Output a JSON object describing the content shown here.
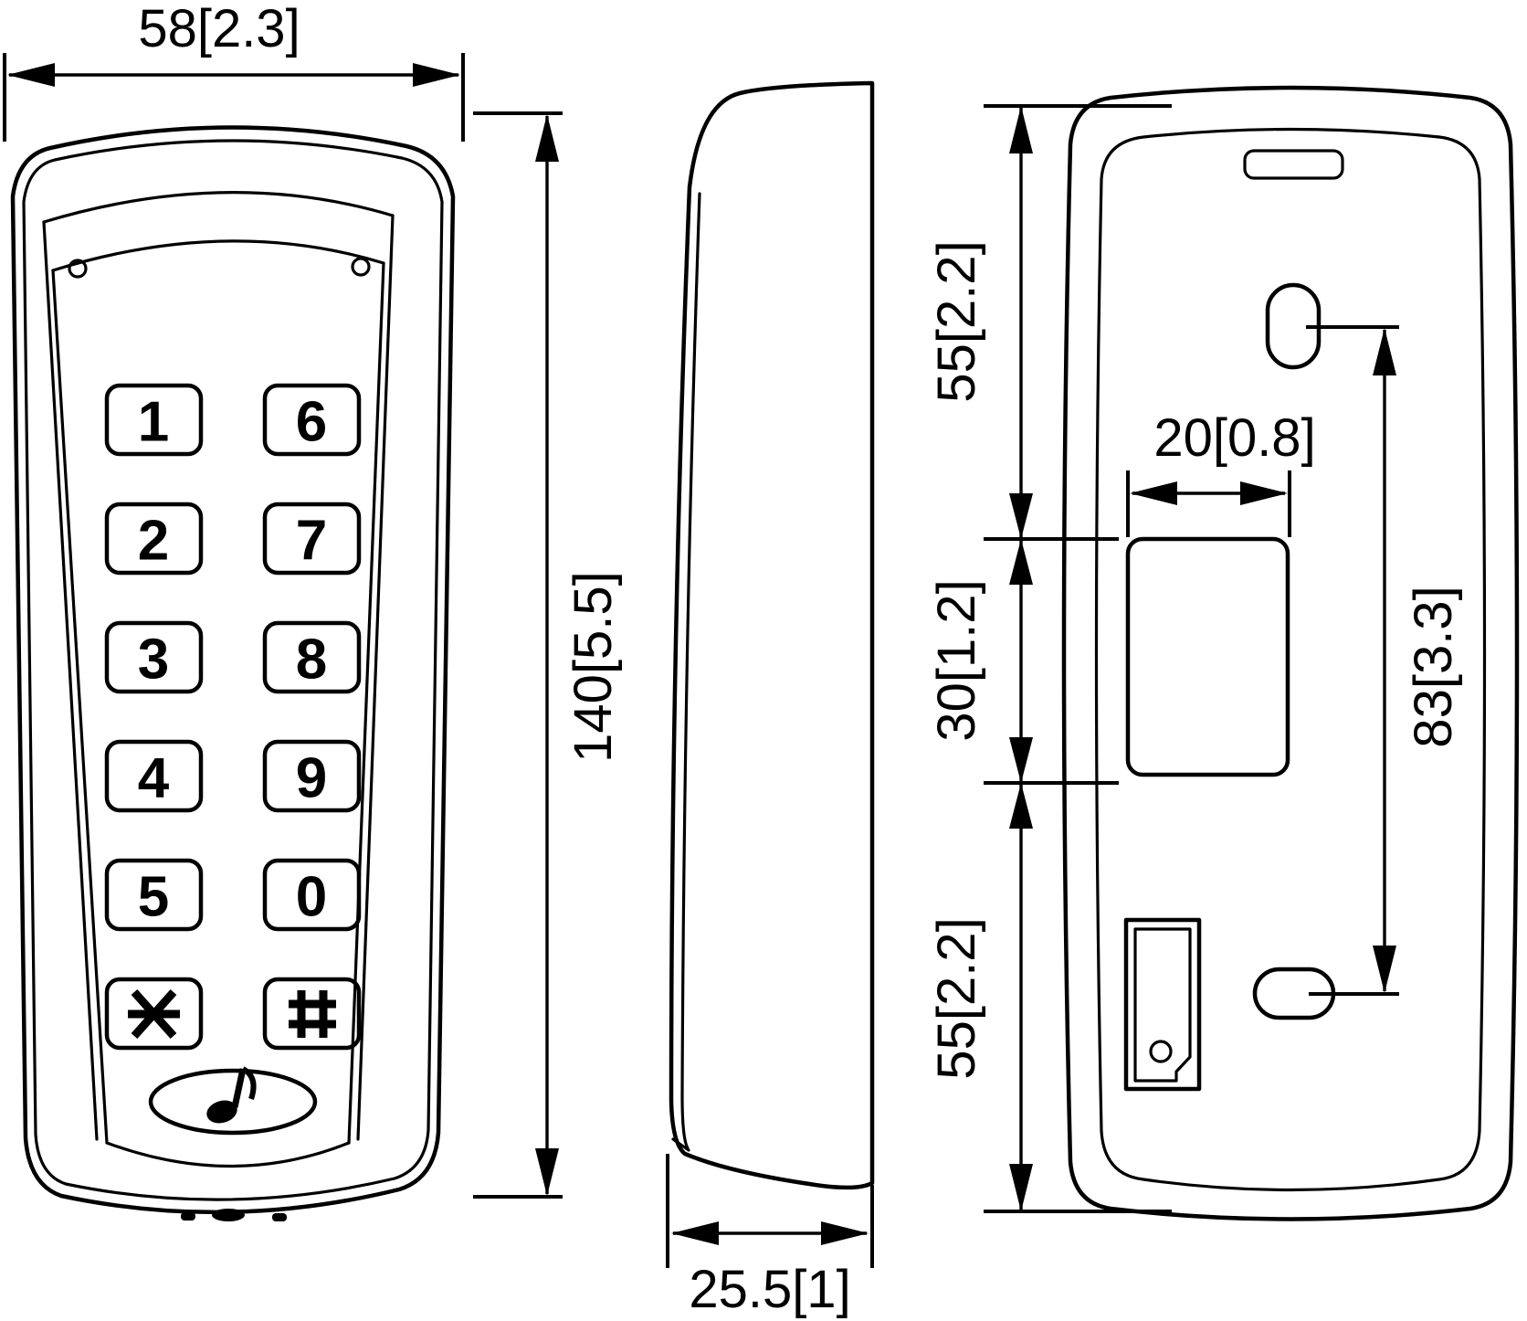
{
  "dimensions": {
    "front_width": "58[2.3]",
    "front_height": "140[5.5]",
    "side_depth": "25.5[1]",
    "back_upper_section": "55[2.2]",
    "back_middle_section": "30[1.2]",
    "back_lower_section": "55[2.2]",
    "cable_opening_width": "20[0.8]",
    "mounting_hole_spacing": "83[3.3]"
  },
  "keypad": {
    "keys": [
      "1",
      "6",
      "2",
      "7",
      "3",
      "8",
      "4",
      "9",
      "5",
      "0",
      "*",
      "#"
    ]
  },
  "colors": {
    "line": "#000000",
    "background": "#ffffff"
  }
}
